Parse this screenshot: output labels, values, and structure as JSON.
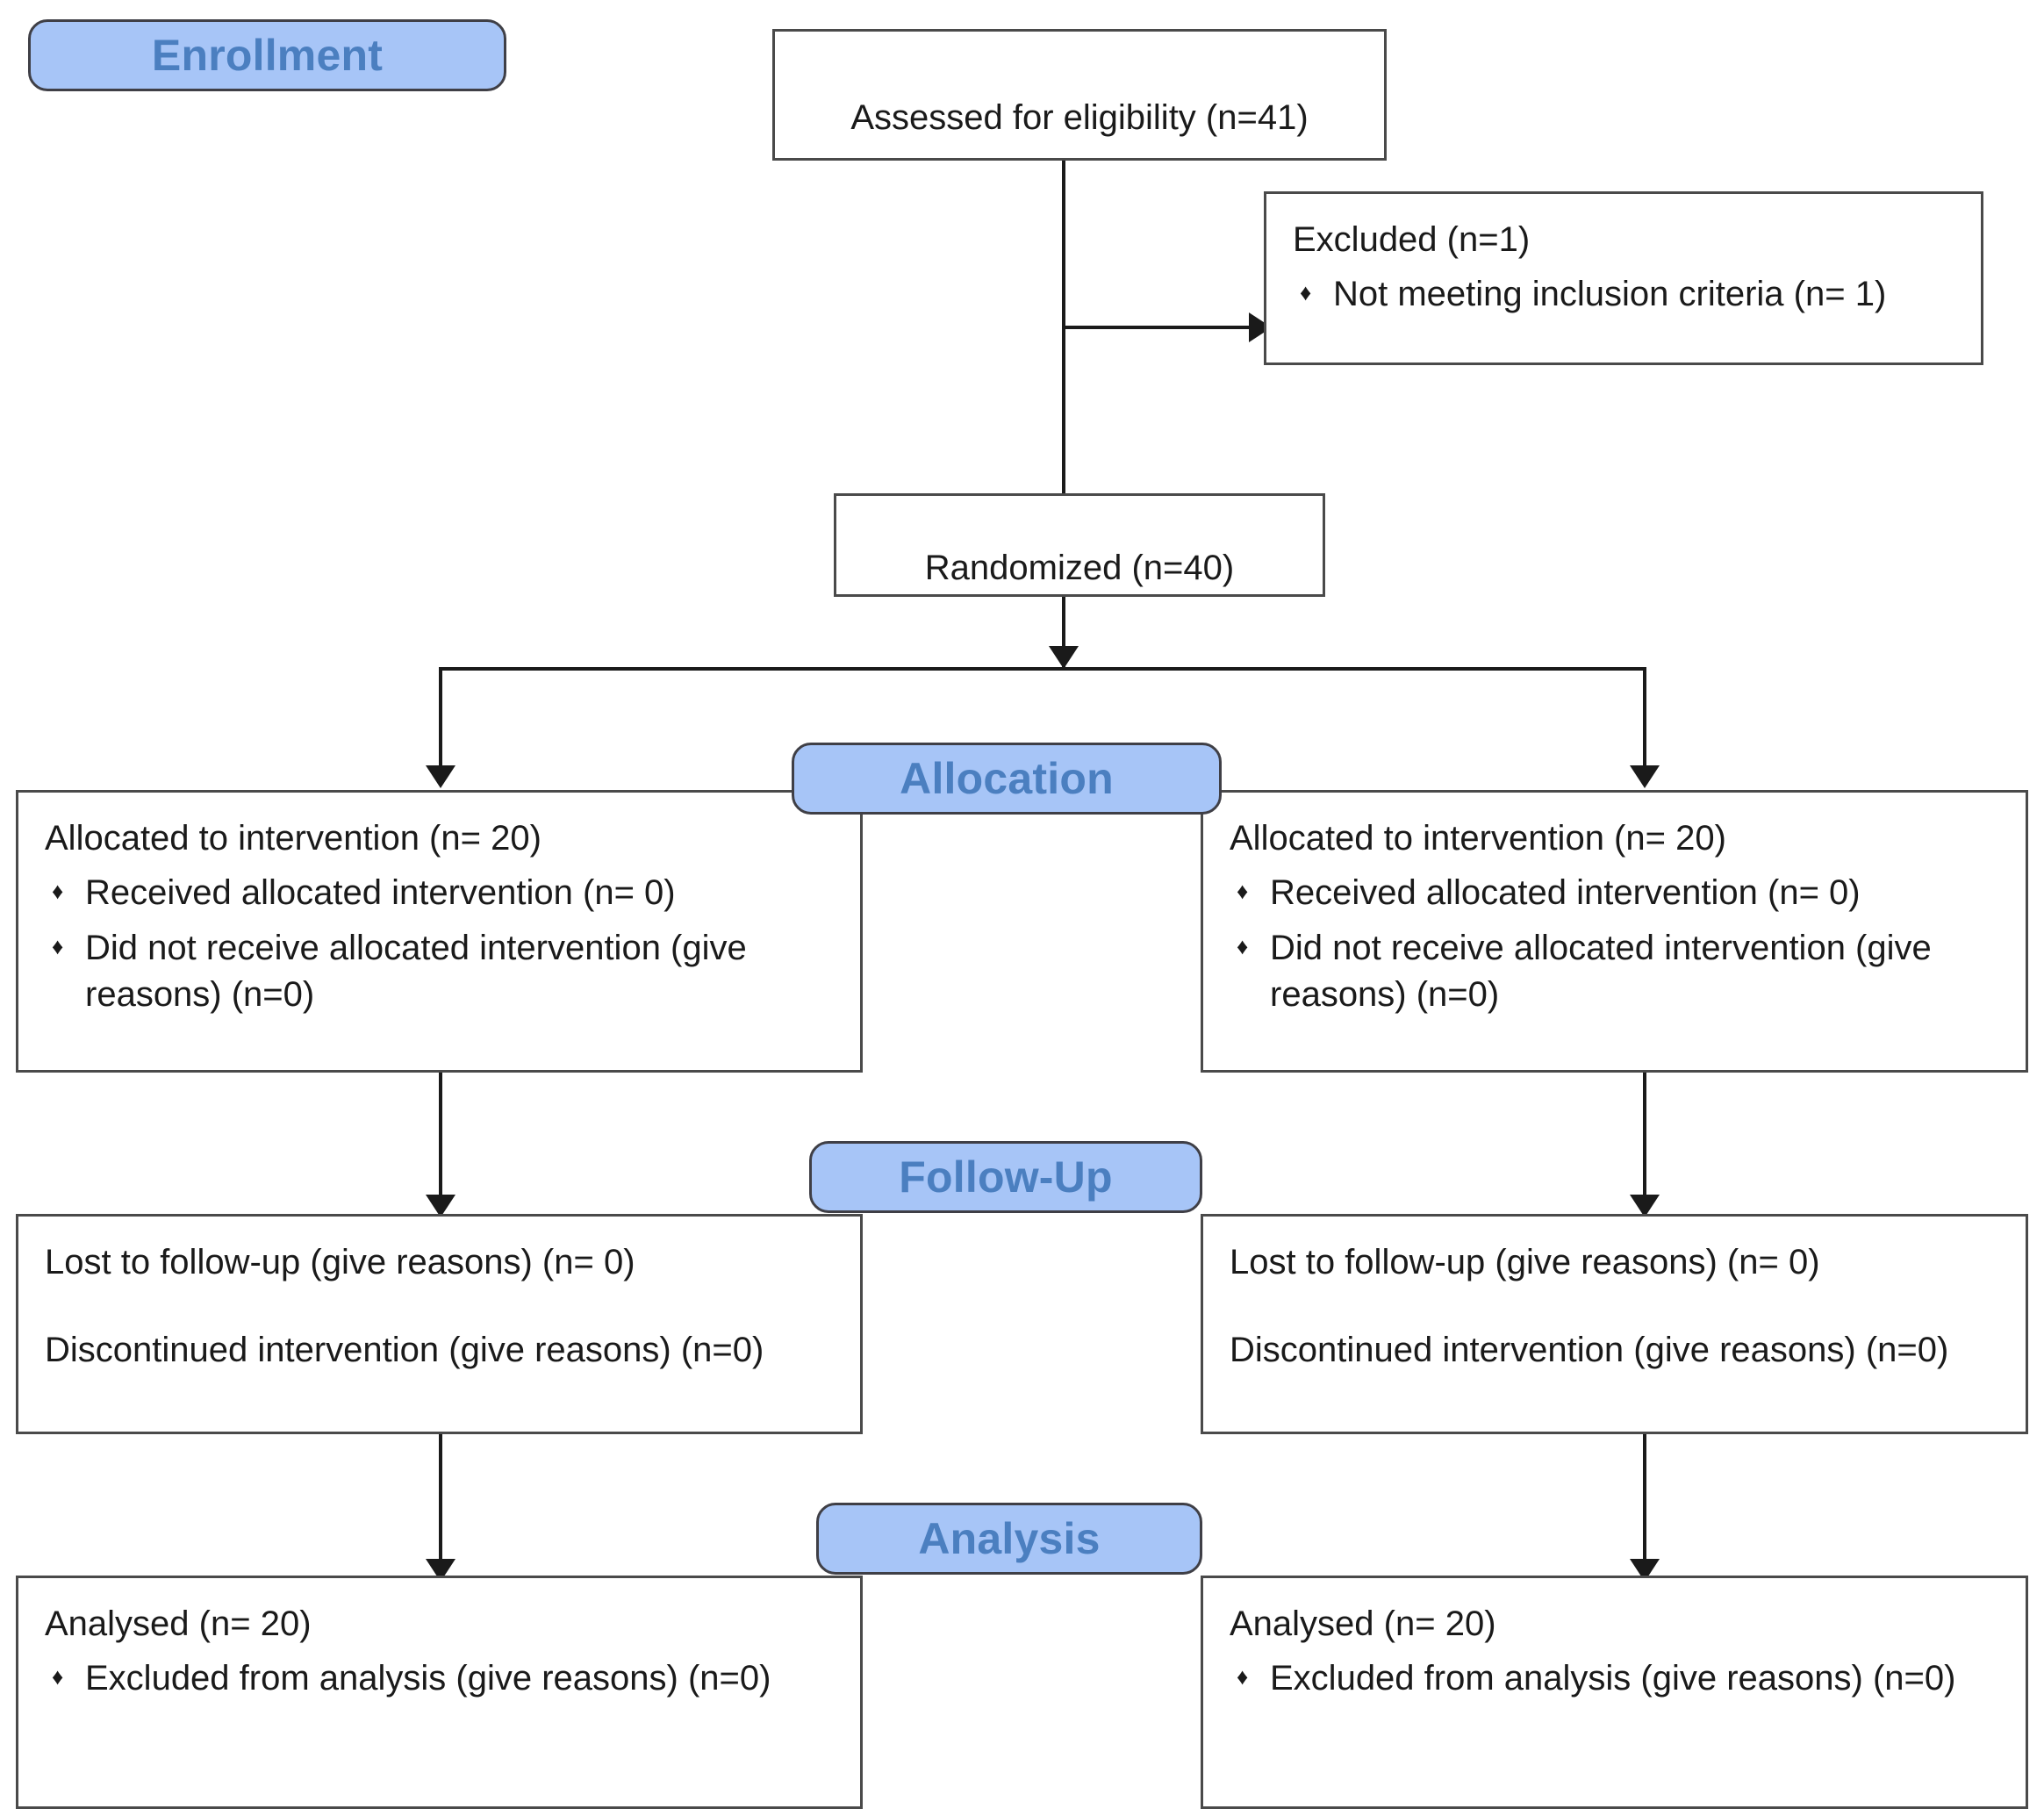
{
  "stage_labels": {
    "enrollment": "Enrollment",
    "allocation": "Allocation",
    "followup": "Follow-Up",
    "analysis": "Analysis"
  },
  "colors": {
    "pill_fill": "#a7c5f7",
    "pill_text": "#4b7fc0",
    "pill_border": "#3f3f46",
    "box_border": "#4a4a4a",
    "box_fill": "#ffffff",
    "text": "#1a1a1a",
    "connector": "#1a1a1a"
  },
  "icons": {
    "bullet": "diamond-bullet-icon",
    "bullet_glyph": "♦",
    "arrow_down": "arrow-down-icon",
    "arrow_right": "arrow-right-icon"
  },
  "nodes": {
    "assessed": {
      "title": "Assessed for eligibility (n=41)"
    },
    "excluded": {
      "title": "Excluded (n=1)",
      "bullets": [
        "Not meeting inclusion criteria (n= 1)"
      ]
    },
    "randomized": {
      "title": "Randomized (n=40)"
    },
    "allocation_left": {
      "title": "Allocated to intervention (n= 20)",
      "bullets": [
        "Received allocated intervention (n= 0)",
        "Did not receive allocated intervention (give reasons) (n=0)"
      ]
    },
    "allocation_right": {
      "title": "Allocated to intervention (n= 20)",
      "bullets": [
        "Received allocated intervention (n= 0)",
        "Did not receive allocated intervention (give reasons) (n=0)"
      ]
    },
    "followup_left": {
      "lines": [
        "Lost to follow-up (give reasons) (n= 0)",
        "Discontinued intervention (give reasons) (n=0)"
      ]
    },
    "followup_right": {
      "lines": [
        "Lost to follow-up (give reasons) (n= 0)",
        "Discontinued intervention (give reasons) (n=0)"
      ]
    },
    "analysis_left": {
      "title": "Analysed  (n= 20)",
      "bullets": [
        "Excluded from analysis (give reasons) (n=0)"
      ]
    },
    "analysis_right": {
      "title": "Analysed  (n= 20)",
      "bullets": [
        "Excluded from analysis (give reasons) (n=0)"
      ]
    }
  }
}
